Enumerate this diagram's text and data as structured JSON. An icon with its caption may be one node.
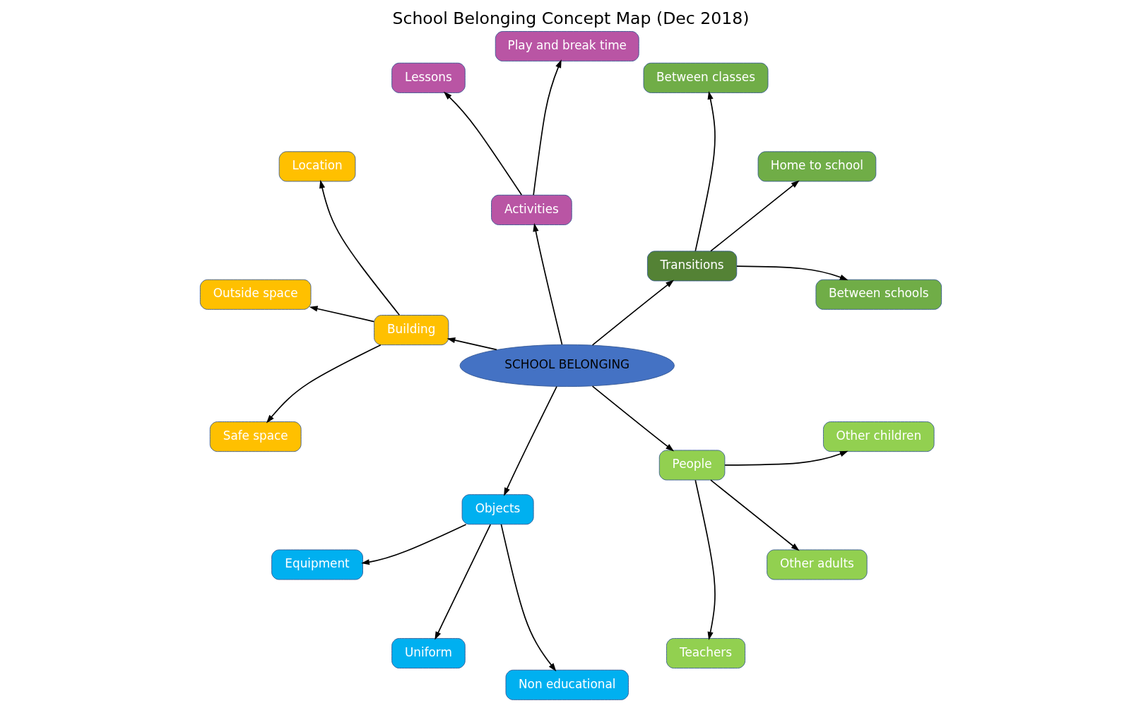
{
  "diagram": {
    "title": "School Belonging Concept Map (Dec 2018)",
    "nodes": [
      {
        "text": [
          "SCHOOL BELONGING"
        ]
      },
      {
        "text": [
          "Transitions"
        ]
      },
      {
        "text": [
          "Between schools"
        ]
      },
      {
        "text": [
          "Home to school"
        ]
      },
      {
        "text": [
          "Between classes"
        ]
      },
      {
        "text": [
          "Activities"
        ]
      },
      {
        "text": [
          "Play and break time"
        ]
      },
      {
        "text": [
          "Lessons"
        ]
      },
      {
        "text": [
          "Building"
        ]
      },
      {
        "text": [
          "Location"
        ]
      },
      {
        "text": [
          "Outside space"
        ]
      },
      {
        "text": [
          "Safe space"
        ]
      },
      {
        "text": [
          "Objects"
        ]
      },
      {
        "text": [
          "Equipment"
        ]
      },
      {
        "text": [
          "Uniform"
        ]
      },
      {
        "text": [
          "Non educational"
        ]
      },
      {
        "text": [
          "People"
        ]
      },
      {
        "text": [
          "Teachers"
        ]
      },
      {
        "text": [
          "Other adults"
        ]
      },
      {
        "text": [
          "Other children"
        ]
      }
    ],
    "edges": [
      {
        "from": 0,
        "to": 1,
        "arrow": "to"
      },
      {
        "from": 1,
        "to": 2,
        "arrow": "to"
      },
      {
        "from": 1,
        "to": 3,
        "arrow": "to"
      },
      {
        "from": 1,
        "to": 4,
        "arrow": "to"
      },
      {
        "from": 0,
        "to": 5,
        "arrow": "to"
      },
      {
        "from": 5,
        "to": 6,
        "arrow": "to"
      },
      {
        "from": 5,
        "to": 7,
        "arrow": "to"
      },
      {
        "from": 0,
        "to": 8,
        "arrow": "to"
      },
      {
        "from": 8,
        "to": 9,
        "arrow": "to"
      },
      {
        "from": 8,
        "to": 10,
        "arrow": "to"
      },
      {
        "from": 8,
        "to": 11,
        "arrow": "to"
      },
      {
        "from": 0,
        "to": 12,
        "arrow": "to"
      },
      {
        "from": 12,
        "to": 13,
        "arrow": "to"
      },
      {
        "from": 12,
        "to": 14,
        "arrow": "to"
      },
      {
        "from": 12,
        "to": 15,
        "arrow": "to"
      },
      {
        "from": 0,
        "to": 16,
        "arrow": "to"
      },
      {
        "from": 16,
        "to": 17,
        "arrow": "to"
      },
      {
        "from": 16,
        "to": 18,
        "arrow": "to"
      },
      {
        "from": 16,
        "to": 19,
        "arrow": "to"
      }
    ]
  }
}
